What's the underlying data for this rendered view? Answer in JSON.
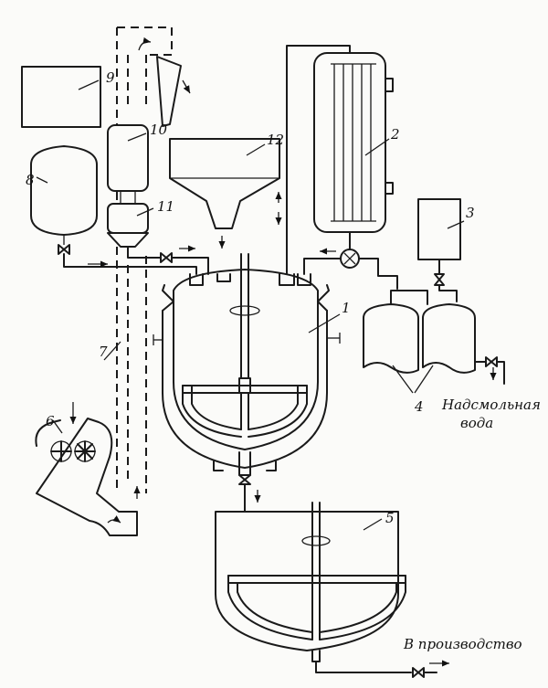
{
  "labels": {
    "n1": "1",
    "n2": "2",
    "n3": "3",
    "n4": "4",
    "n5": "5",
    "n6": "6",
    "n7": "7",
    "n8": "8",
    "n9": "9",
    "n10": "10",
    "n11": "11",
    "n12": "12"
  },
  "captions": {
    "tar_water_1": "Надсмольная",
    "tar_water_2": "вода",
    "to_production": "В производство"
  }
}
